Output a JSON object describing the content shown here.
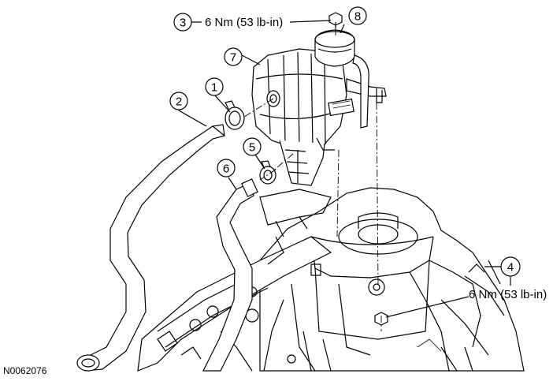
{
  "figure_id": "N0062076",
  "callouts": [
    {
      "number": "1"
    },
    {
      "number": "2"
    },
    {
      "number": "3",
      "torque": "6 Nm (53 lb-in)"
    },
    {
      "number": "4",
      "torque": "6 Nm (53 lb-in)"
    },
    {
      "number": "5"
    },
    {
      "number": "6"
    },
    {
      "number": "7"
    },
    {
      "number": "8"
    }
  ]
}
